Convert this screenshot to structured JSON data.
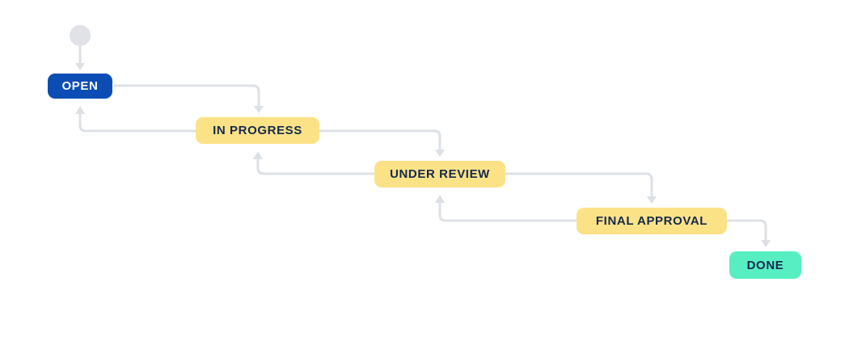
{
  "diagram": {
    "type": "workflow",
    "background": "#FFFFFF",
    "connector_color": "#DDE0E5",
    "start_node": {
      "name": "start",
      "shape": "circle",
      "color": "#E0E2E7"
    },
    "statuses": [
      {
        "id": "open",
        "label": "OPEN",
        "bg": "#0B4DB5",
        "text": "#FFFFFF"
      },
      {
        "id": "in-progress",
        "label": "IN PROGRESS",
        "bg": "#FCE287",
        "text": "#14294D"
      },
      {
        "id": "under-review",
        "label": "UNDER REVIEW",
        "bg": "#FCE287",
        "text": "#14294D"
      },
      {
        "id": "final-approval",
        "label": "FINAL APPROVAL",
        "bg": "#FCE287",
        "text": "#14294D"
      },
      {
        "id": "done",
        "label": "DONE",
        "bg": "#57EFC1",
        "text": "#14294D"
      }
    ],
    "transitions": [
      {
        "from": "start",
        "to": "open"
      },
      {
        "from": "open",
        "to": "in-progress"
      },
      {
        "from": "in-progress",
        "to": "open"
      },
      {
        "from": "in-progress",
        "to": "under-review"
      },
      {
        "from": "under-review",
        "to": "in-progress"
      },
      {
        "from": "under-review",
        "to": "final-approval"
      },
      {
        "from": "final-approval",
        "to": "under-review"
      },
      {
        "from": "final-approval",
        "to": "done"
      }
    ]
  }
}
